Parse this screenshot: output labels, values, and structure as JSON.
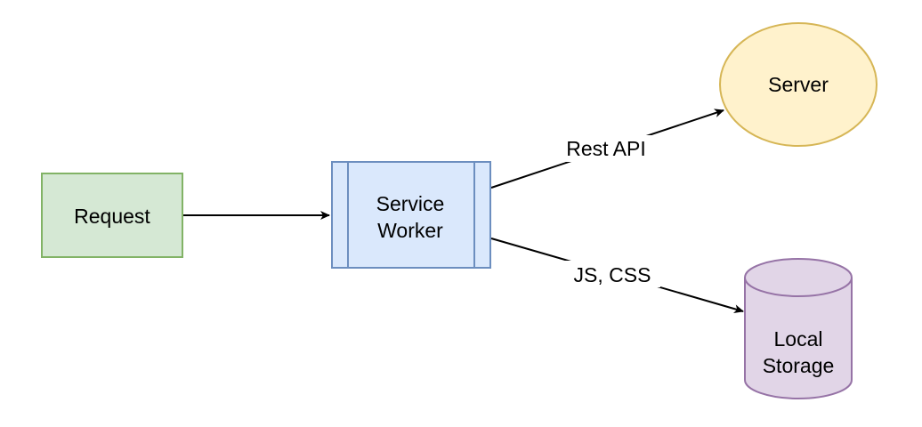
{
  "diagram": {
    "nodes": {
      "request": {
        "label": "Request",
        "shape": "rectangle",
        "fill": "#d5e8d4",
        "stroke": "#82b366"
      },
      "service_worker": {
        "label_lines": [
          "Service",
          "Worker"
        ],
        "shape": "process",
        "fill": "#dae8fc",
        "stroke": "#6c8ebf"
      },
      "server": {
        "label": "Server",
        "shape": "ellipse",
        "fill": "#fff2cc",
        "stroke": "#d6b656"
      },
      "local_storage": {
        "label_lines": [
          "Local",
          "Storage"
        ],
        "shape": "cylinder",
        "fill": "#e1d5e7",
        "stroke": "#9673a6"
      }
    },
    "edges": [
      {
        "from": "Request",
        "to": "Service Worker",
        "label": ""
      },
      {
        "from": "Service Worker",
        "to": "Server",
        "label": "Rest API"
      },
      {
        "from": "Service Worker",
        "to": "Local Storage",
        "label": "JS, CSS"
      }
    ],
    "edge_color": "#000000"
  }
}
